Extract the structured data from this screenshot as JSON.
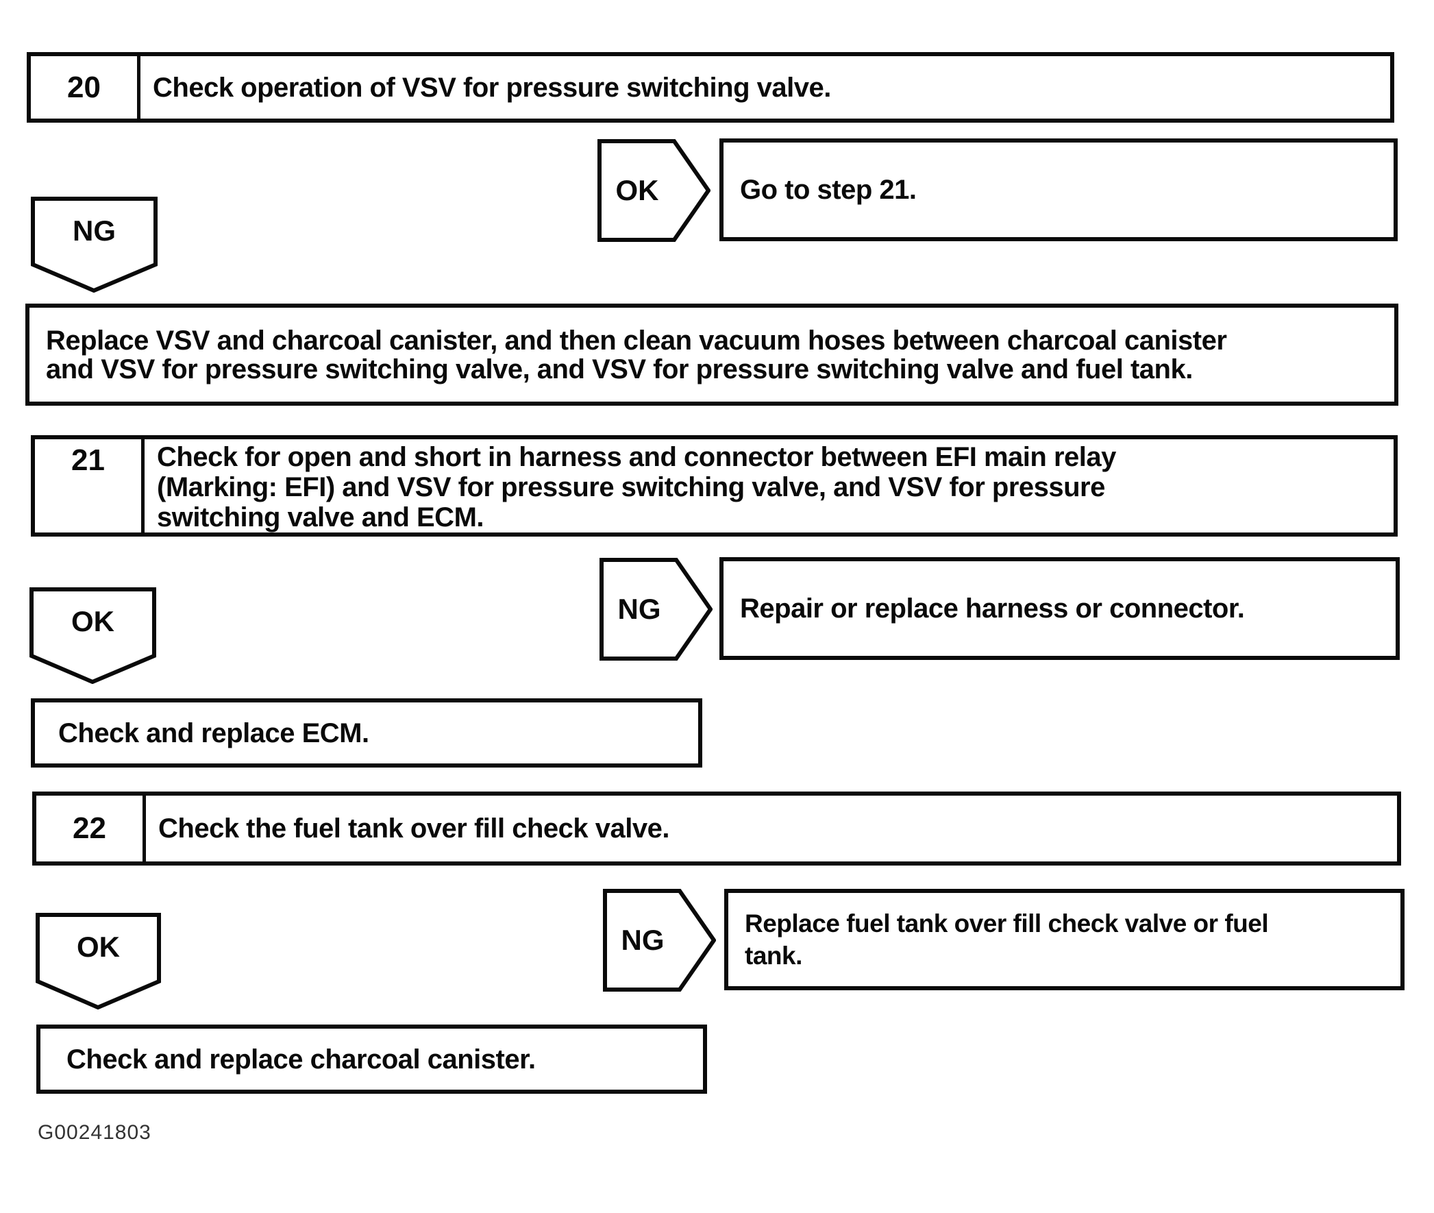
{
  "palette": {
    "ink": "#0a0a0a",
    "paper": "#ffffff"
  },
  "diagram": {
    "step20": {
      "number": "20",
      "title": "Check operation of VSV for pressure switching valve."
    },
    "step20_ok": {
      "label": "OK",
      "result": "Go to step 21."
    },
    "step20_ng": {
      "label": "NG",
      "action_line1": "Replace VSV and charcoal canister, and then clean vacuum hoses between charcoal canister",
      "action_line2": "and VSV for pressure switching valve, and VSV for pressure switching valve and fuel tank."
    },
    "step21": {
      "number": "21",
      "title_line1": "Check for open and short in harness and connector between EFI main relay",
      "title_line2": "(Marking: EFI) and VSV for pressure switching valve, and VSV for pressure",
      "title_line3": "switching valve and ECM."
    },
    "step21_ng": {
      "label": "NG",
      "action": "Repair or replace harness or connector."
    },
    "step21_ok": {
      "label": "OK",
      "action": "Check and replace ECM."
    },
    "step22": {
      "number": "22",
      "title": "Check the fuel tank over fill check valve."
    },
    "step22_ng": {
      "label": "NG",
      "action_line1": "Replace fuel tank over fill check valve or fuel",
      "action_line2": "tank."
    },
    "step22_ok": {
      "label": "OK",
      "action": "Check and replace charcoal canister."
    },
    "figure_id": "G00241803"
  }
}
